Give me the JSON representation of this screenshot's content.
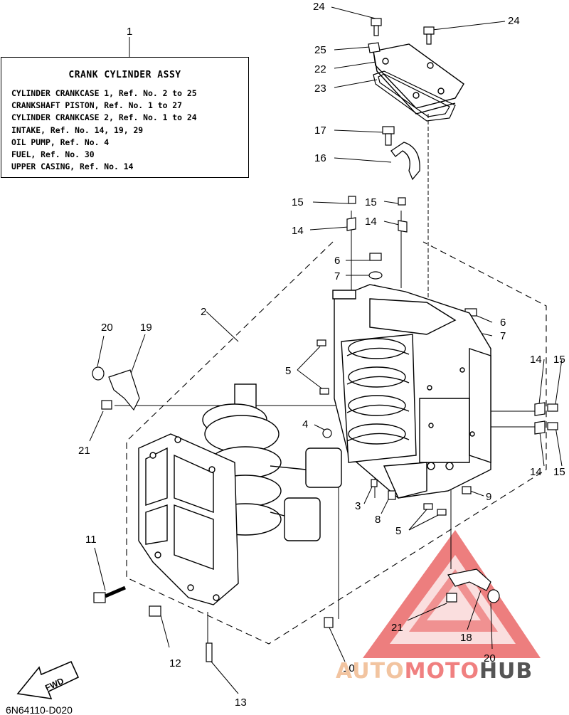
{
  "note": {
    "callout": "1",
    "title": "CRANK CYLINDER ASSY",
    "lines": [
      "CYLINDER CRANKCASE 1, Ref. No. 2 to 25",
      "CRANKSHAFT PISTON, Ref. No. 1 to 27",
      "CYLINDER CRANKCASE 2, Ref. No. 1 to 24",
      "INTAKE, Ref. No. 14, 19, 29",
      "OIL PUMP, Ref. No. 4",
      "FUEL, Ref. No. 30",
      "UPPER CASING, Ref. No. 14"
    ]
  },
  "callouts": {
    "n24a": "24",
    "n24b": "24",
    "n25": "25",
    "n22": "22",
    "n23": "23",
    "n17": "17",
    "n16": "16",
    "n15a": "15",
    "n15b": "15",
    "n14a": "14",
    "n14b": "14",
    "n6a": "6",
    "n7a": "7",
    "n6b": "6",
    "n7b": "7",
    "n2": "2",
    "n20a": "20",
    "n19": "19",
    "n5a": "5",
    "n4": "4",
    "n21a": "21",
    "n14c": "14",
    "n15c": "15",
    "n14d": "14",
    "n15d": "15",
    "n9": "9",
    "n3": "3",
    "n8": "8",
    "n5b": "5",
    "n11": "11",
    "n21b": "21",
    "n18": "18",
    "n12": "12",
    "n20b": "20",
    "n10": "10",
    "n13": "13"
  },
  "fwd_label": "FWD",
  "diagram_code": "6N64110-D020",
  "watermark": {
    "part1": "AUTO",
    "part2": "MOTO",
    "part3": "HUB",
    "colors": {
      "auto": "#f2c4a0",
      "moto": "#f08080",
      "hub": "#555555",
      "triangle": "#e85a5a"
    }
  }
}
